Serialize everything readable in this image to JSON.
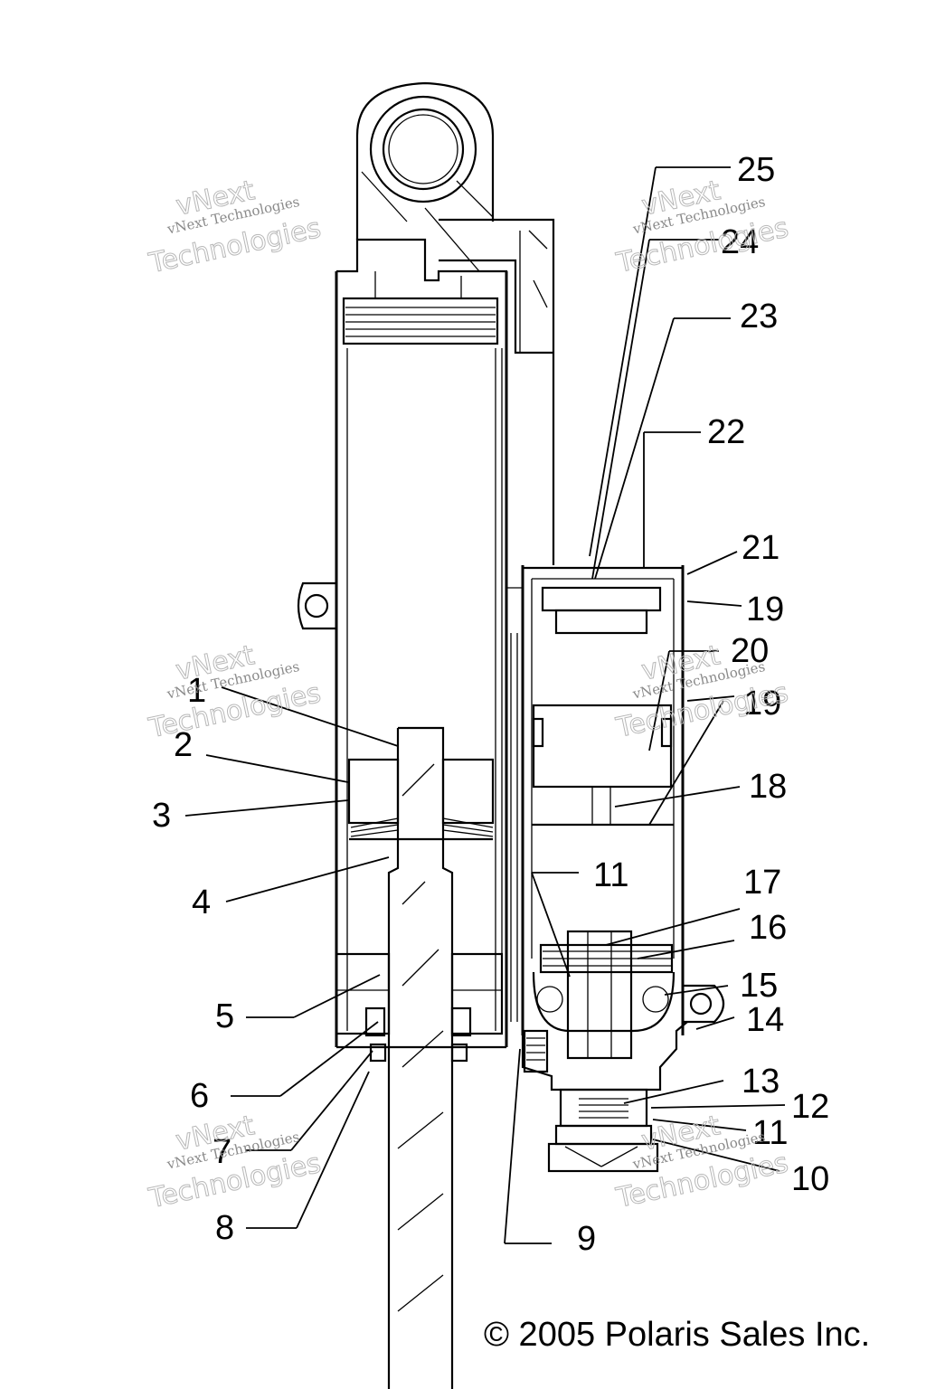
{
  "diagram": {
    "callouts": [
      {
        "id": "c1",
        "label": "1"
      },
      {
        "id": "c2",
        "label": "2"
      },
      {
        "id": "c3",
        "label": "3"
      },
      {
        "id": "c4",
        "label": "4"
      },
      {
        "id": "c5",
        "label": "5"
      },
      {
        "id": "c6",
        "label": "6"
      },
      {
        "id": "c7",
        "label": "7"
      },
      {
        "id": "c8",
        "label": "8"
      },
      {
        "id": "c9",
        "label": "9"
      },
      {
        "id": "c10",
        "label": "10"
      },
      {
        "id": "c11a",
        "label": "11"
      },
      {
        "id": "c11b",
        "label": "11"
      },
      {
        "id": "c12",
        "label": "12"
      },
      {
        "id": "c13",
        "label": "13"
      },
      {
        "id": "c14",
        "label": "14"
      },
      {
        "id": "c15",
        "label": "15"
      },
      {
        "id": "c16",
        "label": "16"
      },
      {
        "id": "c17",
        "label": "17"
      },
      {
        "id": "c18",
        "label": "18"
      },
      {
        "id": "c19a",
        "label": "19"
      },
      {
        "id": "c19b",
        "label": "19"
      },
      {
        "id": "c20",
        "label": "20"
      },
      {
        "id": "c21",
        "label": "21"
      },
      {
        "id": "c22",
        "label": "22"
      },
      {
        "id": "c23",
        "label": "23"
      },
      {
        "id": "c24",
        "label": "24"
      },
      {
        "id": "c25",
        "label": "25"
      }
    ],
    "watermark": {
      "line1": "vNext",
      "line2": "vNext Technologies",
      "line3": "Technologies"
    },
    "copyright": "© 2005 Polaris Sales Inc."
  }
}
